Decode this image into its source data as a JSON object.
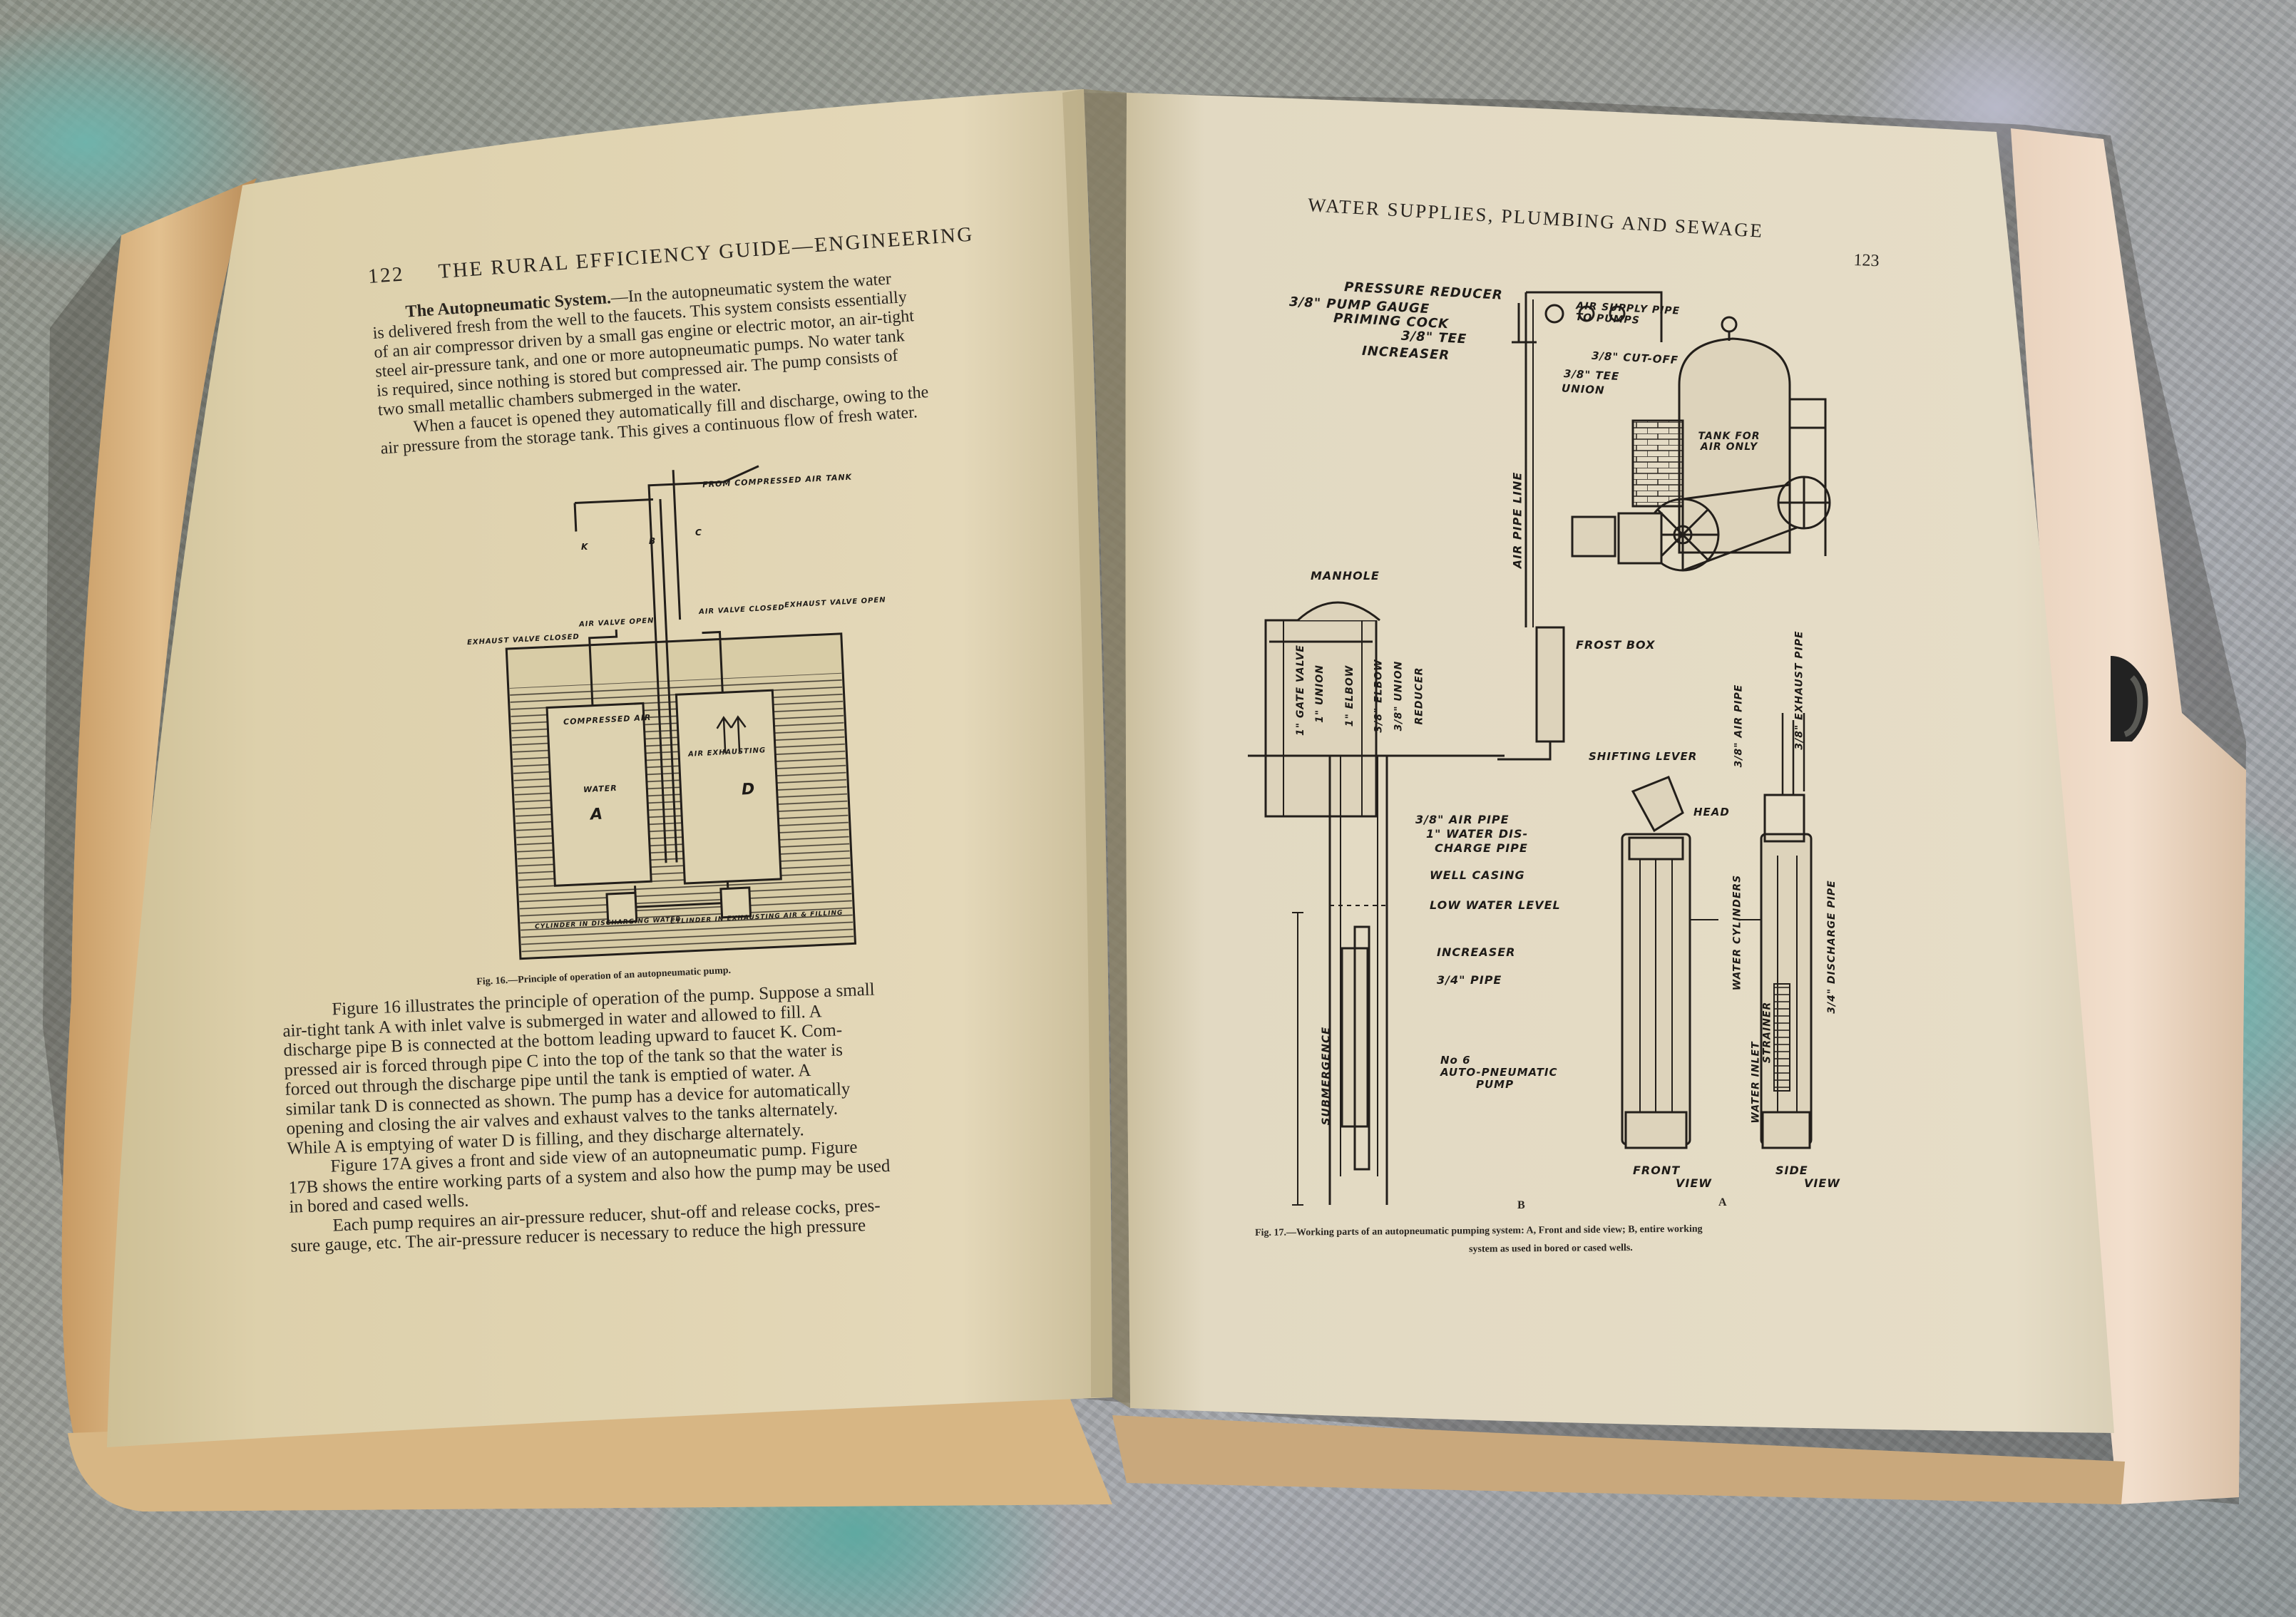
{
  "left_page": {
    "running_head": "THE RURAL EFFICIENCY GUIDE—ENGINEERING",
    "page_number": "122",
    "section_heading": "The Autopneumatic System.",
    "paragraph_1_lines": [
      "—In the autopneumatic system the water",
      "is delivered fresh from the well to the faucets.  This system consists essentially",
      "of an air compressor driven by a small gas engine or electric motor, an air-tight",
      "steel air-pressure tank, and one or more autopneumatic pumps.  No water tank",
      "is required, since nothing is stored but compressed air.  The pump consists of",
      "two small metallic chambers submerged in the water."
    ],
    "paragraph_2_lines": [
      "When a faucet is opened they automatically fill and discharge, owing to the",
      "air pressure from the storage tank.  This gives a continuous flow of fresh water."
    ],
    "figure_16": {
      "caption": "Fig. 16.—Principle of operation of an autopneumatic pump.",
      "labels": [
        "FROM COMPRESSED AIR TANK",
        "AIR VALVE OPEN",
        "AIR VALVE CLOSED",
        "EXHAUST VALVE CLOSED",
        "EXHAUST VALVE OPEN",
        "COMPRESSED AIR",
        "AIR EXHAUSTING",
        "WATER",
        "A",
        "D",
        "B",
        "C",
        "K",
        "CYLINDER IN DISCHARGING WATER",
        "CYLINDER IN EXHAUSTING AIR & FILLING"
      ]
    },
    "paragraph_3_lines": [
      "Figure 16 illustrates the principle of operation of the pump.  Suppose a small",
      "air-tight tank A with inlet valve is submerged in water and allowed to fill.  A",
      "discharge pipe B is connected at the bottom leading upward to faucet K.  Com-",
      "pressed air is forced through pipe C into the top of the tank so that the water is",
      "forced out through the discharge pipe until the tank is emptied of water.  A",
      "similar tank D is connected as shown.  The pump has a device for automatically",
      "opening and closing the air valves and exhaust valves to the tanks alternately.",
      "While A is emptying of water D is filling, and they discharge alternately."
    ],
    "paragraph_4_lines": [
      "Figure 17A gives a front and side view of an autopneumatic pump.  Figure",
      "17B shows the entire working parts of a system and also how the pump may be used",
      "in bored and cased wells."
    ],
    "paragraph_5_lines": [
      "Each pump requires an air-pressure reducer, shut-off and release cocks, pres-",
      "sure gauge, etc.  The air-pressure reducer is necessary to reduce the high pressure"
    ]
  },
  "right_page": {
    "running_head": "WATER SUPPLIES, PLUMBING AND SEWAGE",
    "page_number": "123",
    "figure_17": {
      "top_labels": [
        "PRESSURE REDUCER",
        "3/8\" PUMP GAUGE",
        "PRIMING COCK",
        "3/8\" TEE",
        "INCREASER",
        "AIR SUPPLY PIPE TO PUMPS",
        "3/8\" CUT-OFF",
        "3/8\" TEE",
        "UNION",
        "TANK FOR AIR ONLY",
        "AIR PIPE LINE"
      ],
      "well_labels": [
        "MANHOLE",
        "FROST BOX",
        "1\" GATE VALVE",
        "1\" UNION",
        "1\" ELBOW",
        "3/8\" ELBOW",
        "3/8\" UNION",
        "REDUCER",
        "3/8\" AIR PIPE",
        "1\" WATER DIS-",
        "CHARGE PIPE",
        "WELL CASING",
        "LOW WATER LEVEL",
        "INCREASER",
        "3/4\" PIPE",
        "No 6",
        "AUTO-PNEUMATIC",
        "PUMP",
        "SUBMERGENCE"
      ],
      "pump_labels": [
        "SHIFTING LEVER",
        "HEAD",
        "3/8\" AIR PIPE",
        "3/8\" EXHAUST PIPE",
        "WATER CYLINDERS",
        "WATER INLET",
        "STRAINER",
        "3/4\" DISCHARGE PIPE",
        "FRONT",
        "VIEW",
        "SIDE",
        "VIEW"
      ],
      "panel_letters": [
        "B",
        "A"
      ],
      "caption_line_1": "Fig. 17.—Working parts of an autopneumatic pumping system: A, Front and side view; B, entire working",
      "caption_line_2": "system as used in bored or cased wells."
    }
  },
  "colors": {
    "page": "#e3d9bf",
    "page_left": "#dccfa9",
    "page_edge": "#c9a773",
    "ink": "#2b2620",
    "carpet_teal": "#6fb3ab"
  }
}
